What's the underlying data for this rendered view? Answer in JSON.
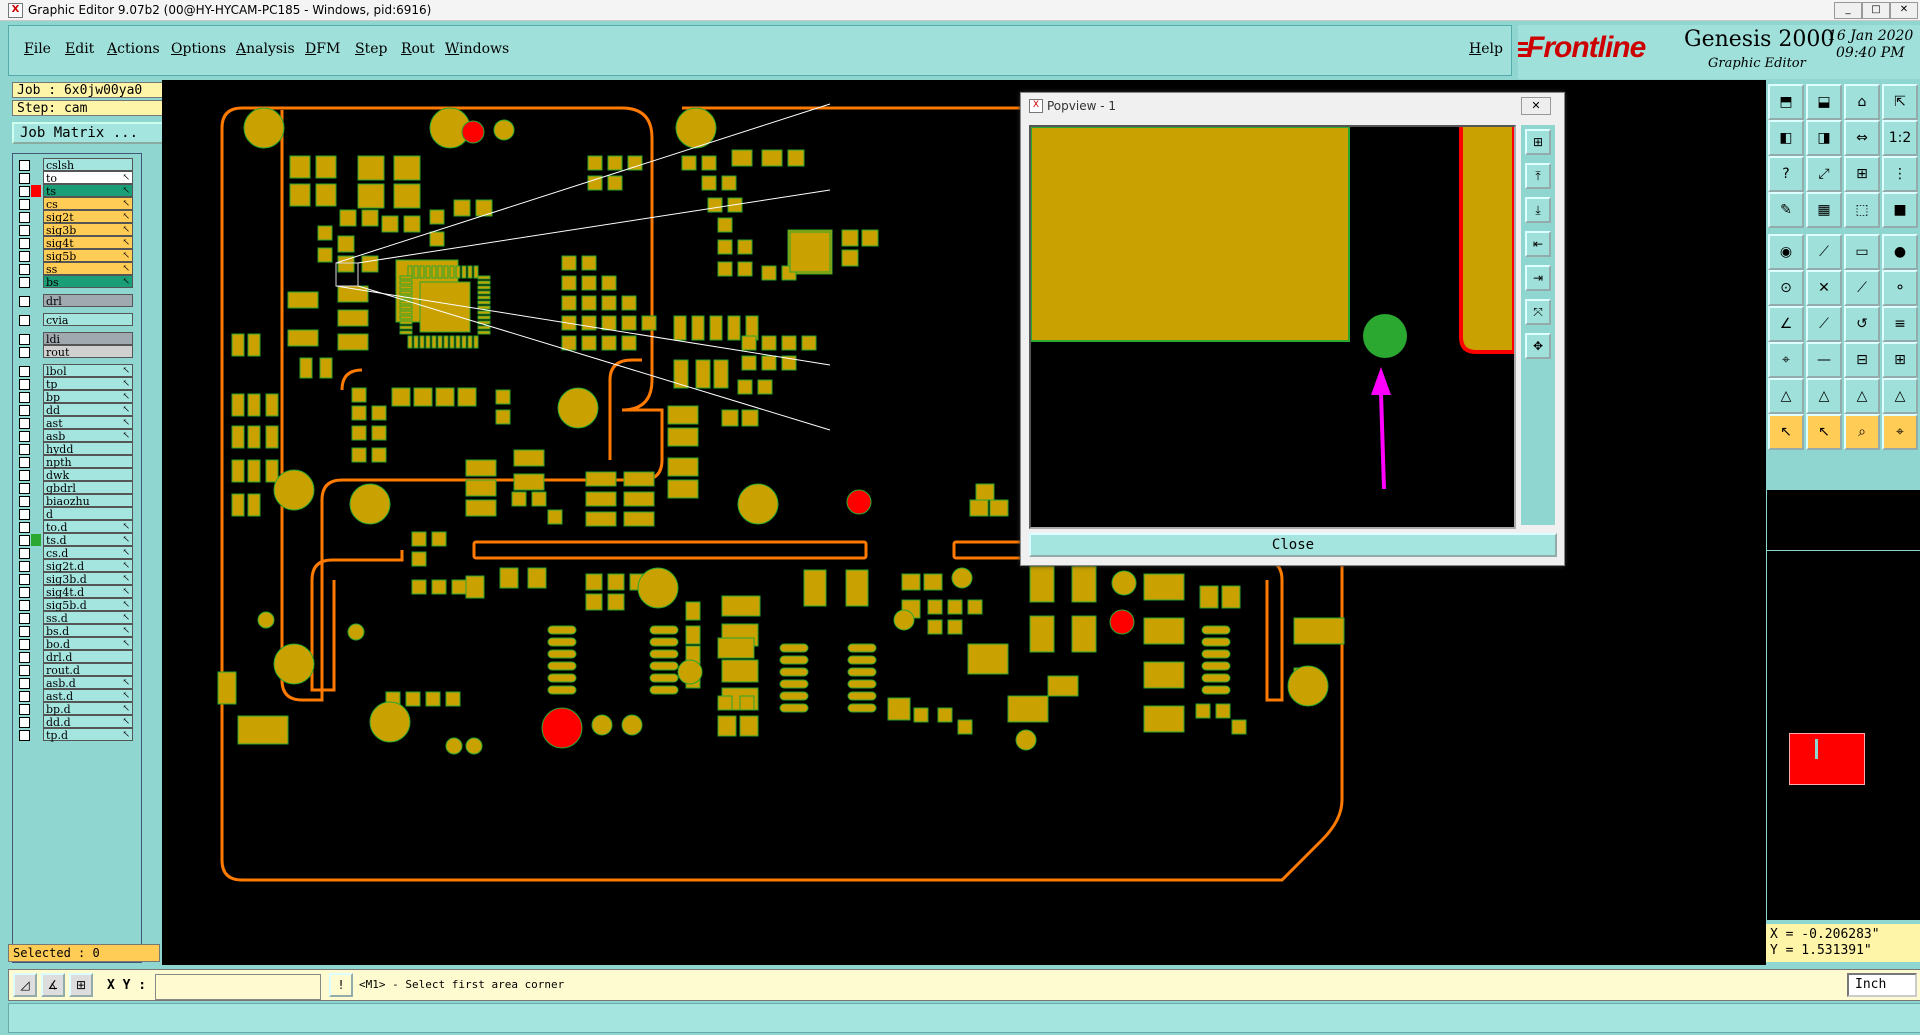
{
  "window": {
    "title": "Graphic Editor 9.07b2 (00@HY-HYCAM-PC185 - Windows, pid:6916)"
  },
  "menu": {
    "items": [
      "File",
      "Edit",
      "Actions",
      "Options",
      "Analysis",
      "DFM",
      "Step",
      "Rout",
      "Windows"
    ],
    "help": "Help"
  },
  "branding": {
    "logo": "Frontline",
    "product": "Genesis 2000",
    "subtitle": "Graphic Editor",
    "date": "16 Jan 2020",
    "time": "09:40 PM"
  },
  "job": {
    "job_line": "Job : 6x0jw00ya0",
    "step_line": "Step: cam",
    "matrix_button": "Job Matrix ..."
  },
  "layers": [
    {
      "name": "cslsh",
      "color": "#a5e5df",
      "flag": ""
    },
    {
      "name": "to",
      "color": "#ffffff",
      "flag": "↖"
    },
    {
      "name": "ts",
      "color": "#1a9e78",
      "flag": "↖",
      "swatch": "#ff0000"
    },
    {
      "name": "cs",
      "color": "#ffcc55",
      "flag": "↖"
    },
    {
      "name": "sig2t",
      "color": "#ffcc55",
      "flag": "↖"
    },
    {
      "name": "sig3b",
      "color": "#ffcc55",
      "flag": "↖"
    },
    {
      "name": "sig4t",
      "color": "#ffcc55",
      "flag": "↖"
    },
    {
      "name": "sig5b",
      "color": "#ffcc55",
      "flag": "↖"
    },
    {
      "name": "ss",
      "color": "#ffcc55",
      "flag": "↖"
    },
    {
      "name": "bs",
      "color": "#1a9e78",
      "flag": "↖"
    },
    {
      "name": "drl",
      "color": "#a0a8b0",
      "flag": ""
    },
    {
      "name": "cvia",
      "color": "#a5e5df",
      "flag": ""
    },
    {
      "name": "ldi",
      "color": "#a0a8b0",
      "flag": ""
    },
    {
      "name": "rout",
      "color": "#d0d0d0",
      "flag": ""
    },
    {
      "name": "lbol",
      "color": "#a5e5df",
      "flag": "↖"
    },
    {
      "name": "tp",
      "color": "#a5e5df",
      "flag": "↖"
    },
    {
      "name": "bp",
      "color": "#a5e5df",
      "flag": "↖"
    },
    {
      "name": "dd",
      "color": "#a5e5df",
      "flag": "↖"
    },
    {
      "name": "ast",
      "color": "#a5e5df",
      "flag": "↖"
    },
    {
      "name": "asb",
      "color": "#a5e5df",
      "flag": "↖"
    },
    {
      "name": "hydd",
      "color": "#a5e5df",
      "flag": ""
    },
    {
      "name": "npth",
      "color": "#a5e5df",
      "flag": ""
    },
    {
      "name": "dwk",
      "color": "#a5e5df",
      "flag": ""
    },
    {
      "name": "gbdrl",
      "color": "#a5e5df",
      "flag": ""
    },
    {
      "name": "biaozhu",
      "color": "#a5e5df",
      "flag": ""
    },
    {
      "name": "d",
      "color": "#a5e5df",
      "flag": ""
    },
    {
      "name": "to.d",
      "color": "#a5e5df",
      "flag": "↖"
    },
    {
      "name": "ts.d",
      "color": "#a5e5df",
      "flag": "↖",
      "swatch": "#2aa830"
    },
    {
      "name": "cs.d",
      "color": "#a5e5df",
      "flag": "↖"
    },
    {
      "name": "sig2t.d",
      "color": "#a5e5df",
      "flag": "↖"
    },
    {
      "name": "sig3b.d",
      "color": "#a5e5df",
      "flag": "↖"
    },
    {
      "name": "sig4t.d",
      "color": "#a5e5df",
      "flag": "↖"
    },
    {
      "name": "sig5b.d",
      "color": "#a5e5df",
      "flag": "↖"
    },
    {
      "name": "ss.d",
      "color": "#a5e5df",
      "flag": "↖"
    },
    {
      "name": "bs.d",
      "color": "#a5e5df",
      "flag": "↖"
    },
    {
      "name": "bo.d",
      "color": "#a5e5df",
      "flag": "↖"
    },
    {
      "name": "drl.d",
      "color": "#a5e5df",
      "flag": ""
    },
    {
      "name": "rout.d",
      "color": "#a5e5df",
      "flag": ""
    },
    {
      "name": "asb.d",
      "color": "#a5e5df",
      "flag": "↖"
    },
    {
      "name": "ast.d",
      "color": "#a5e5df",
      "flag": "↖"
    },
    {
      "name": "bp.d",
      "color": "#a5e5df",
      "flag": "↖"
    },
    {
      "name": "dd.d",
      "color": "#a5e5df",
      "flag": "↖"
    },
    {
      "name": "tp.d",
      "color": "#a5e5df",
      "flag": "↖"
    }
  ],
  "selection": {
    "text": "Selected : 0"
  },
  "popview": {
    "title": "Popview - 1",
    "close_label": "Close"
  },
  "coords": {
    "x": "X = -0.206283\"",
    "y": "Y = 1.531391\""
  },
  "status": {
    "xy_label": "X Y :",
    "xy_value": "",
    "prompt": "<M1> - Select first area corner",
    "unit": "Inch"
  },
  "colors": {
    "pad": "#c9a100",
    "outline": "#ff7a00",
    "highlight": "#ff0000",
    "via": "#2aa830",
    "arrow": "#ff00ff",
    "panel": "#8fd6d0"
  }
}
